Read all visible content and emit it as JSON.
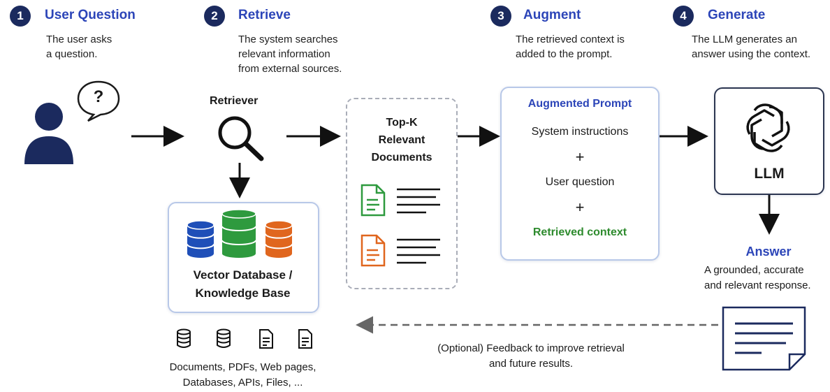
{
  "steps": [
    {
      "number": "1",
      "title": "User Question",
      "desc_lines": [
        "The user asks",
        "a question."
      ]
    },
    {
      "number": "2",
      "title": "Retrieve",
      "desc_lines": [
        "The system searches",
        "relevant information",
        "from external sources."
      ]
    },
    {
      "number": "3",
      "title": "Augment",
      "desc_lines": [
        "The retrieved context is",
        "added to the prompt."
      ]
    },
    {
      "number": "4",
      "title": "Generate",
      "desc_lines": [
        "The LLM generates an",
        "answer using the context."
      ]
    }
  ],
  "user": {
    "speech_bubble": "?"
  },
  "retriever": {
    "label": "Retriever"
  },
  "vector_db": {
    "title_lines": [
      "Vector Database /",
      "Knowledge Base"
    ],
    "colors": [
      "#1f4fb8",
      "#2e9a3e",
      "#e0661e"
    ]
  },
  "sources": {
    "caption_lines": [
      "Documents, PDFs, Web pages,",
      "Databases, APIs, Files, ..."
    ]
  },
  "top_k": {
    "title_lines": [
      "Top-K",
      "Relevant",
      "Documents"
    ],
    "doc_colors": [
      "#2e9a3e",
      "#e0661e"
    ]
  },
  "augmented_prompt": {
    "title": "Augmented Prompt",
    "line1": "System instructions",
    "plus1": "+",
    "line2": "User question",
    "plus2": "+",
    "line3": "Retrieved context"
  },
  "llm": {
    "label": "LLM"
  },
  "answer": {
    "title": "Answer",
    "desc_lines": [
      "A grounded, accurate",
      "and relevant response."
    ]
  },
  "feedback": {
    "lines": [
      "(Optional) Feedback to improve retrieval",
      "and future results."
    ]
  },
  "colors": {
    "navy": "#1b2a5e",
    "blue_accent": "#2c45b8",
    "green": "#2e8b2e",
    "box_border": "#b8c8e8"
  }
}
